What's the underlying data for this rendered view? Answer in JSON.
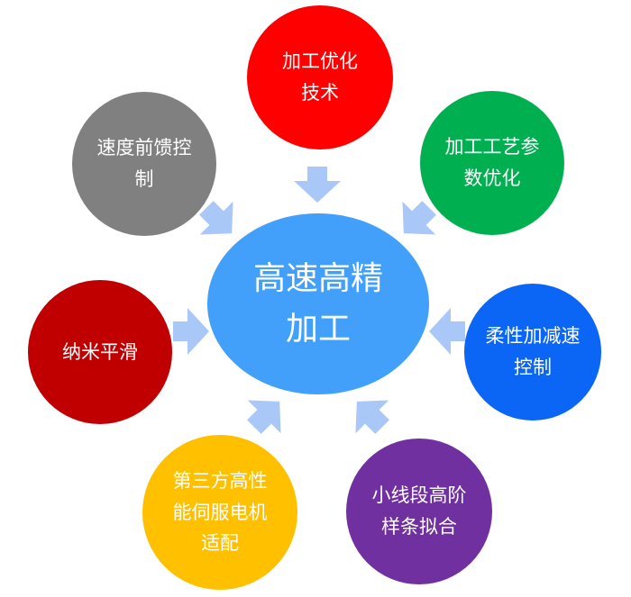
{
  "center": {
    "label": "高速高精加工",
    "color": "#42a0fa"
  },
  "arrow_color": "#a9c8f7",
  "nodes": [
    {
      "label": "加工优化技术",
      "color": "#ff0000"
    },
    {
      "label": "加工工艺参数优化",
      "color": "#00b050"
    },
    {
      "label": "柔性加减速控制",
      "color": "#0b66f5"
    },
    {
      "label": "小线段高阶样条拟合",
      "color": "#7030a0"
    },
    {
      "label": "第三方高性能伺服电机适配",
      "color": "#ffc000"
    },
    {
      "label": "纳米平滑",
      "color": "#c00000"
    },
    {
      "label": "速度前馈控制",
      "color": "#808080"
    }
  ]
}
